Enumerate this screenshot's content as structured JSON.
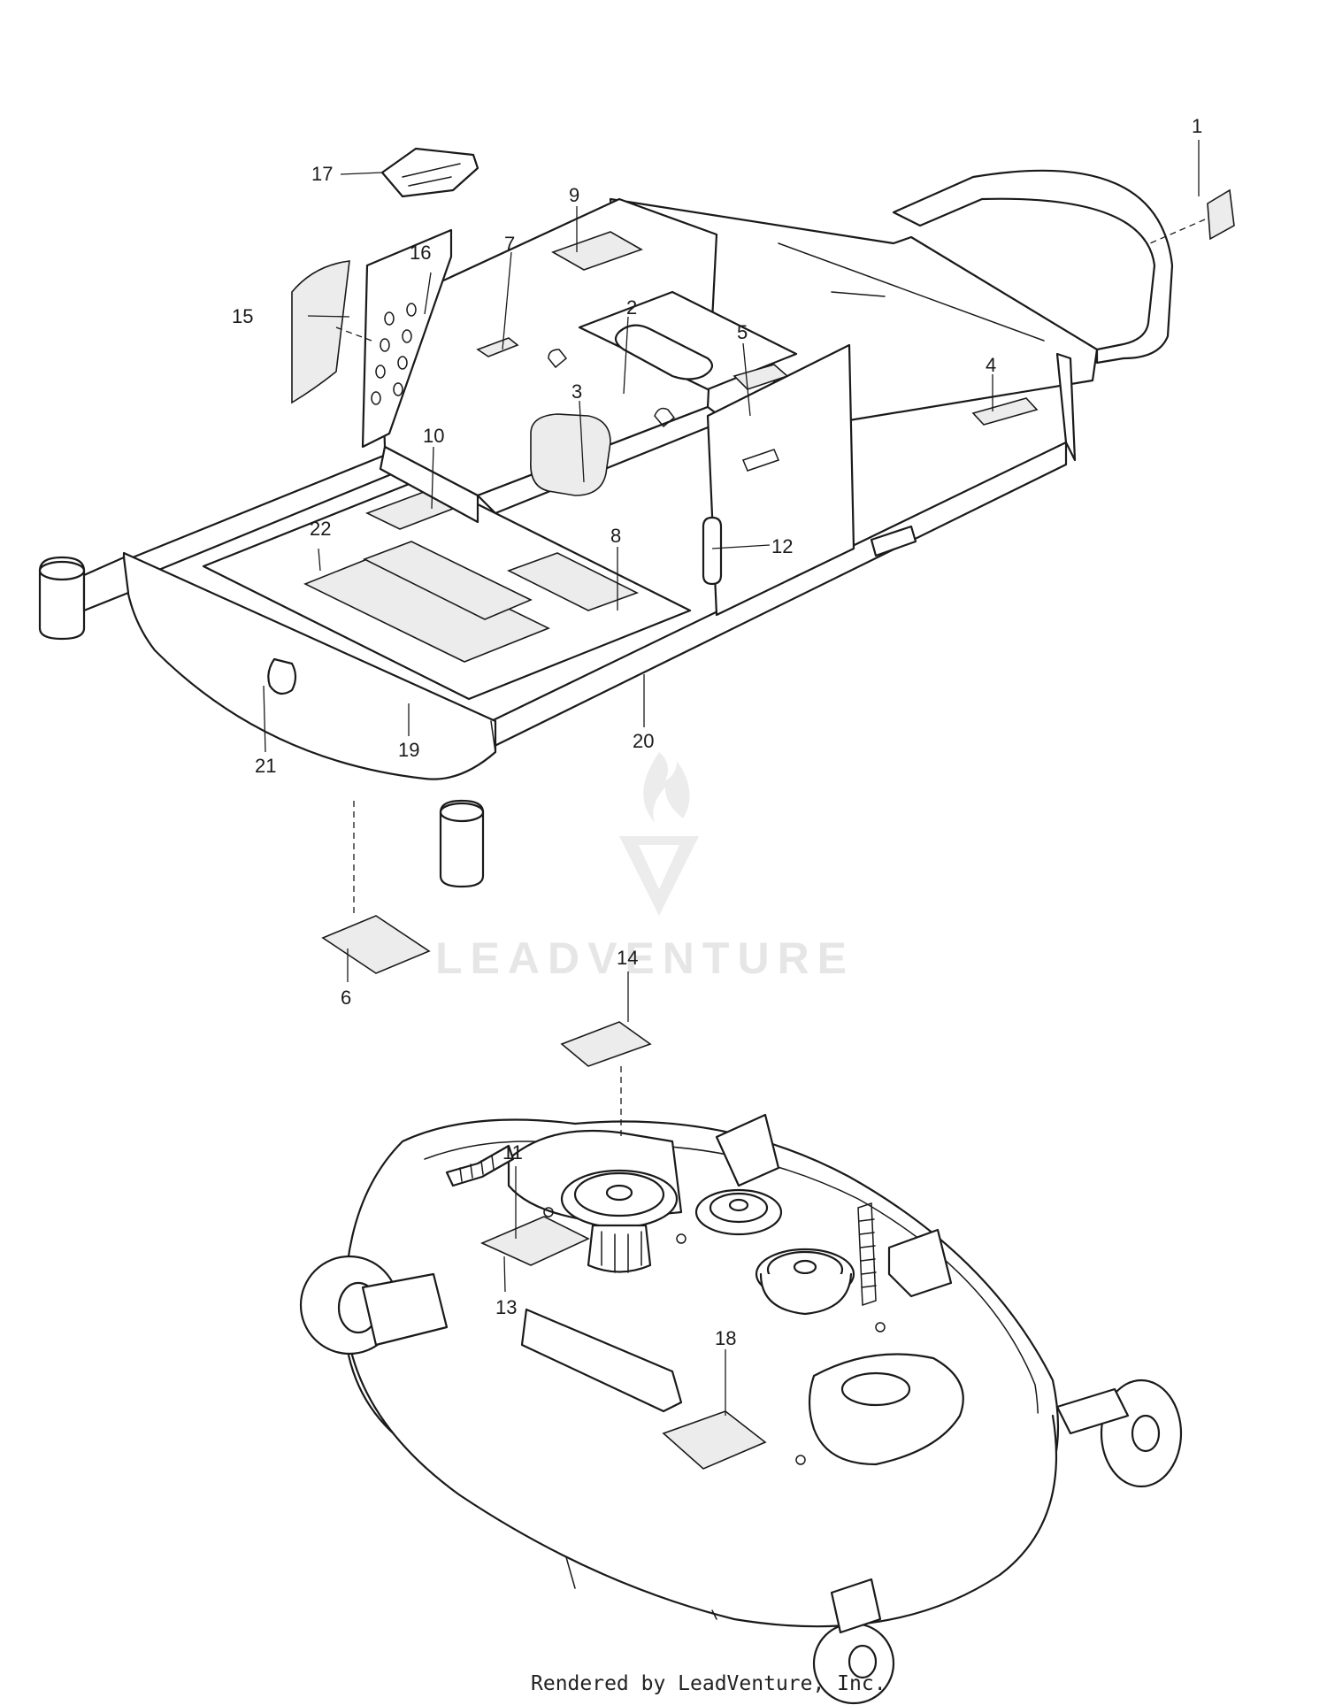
{
  "diagram": {
    "callouts": [
      {
        "id": "c1",
        "label": "1"
      },
      {
        "id": "c2",
        "label": "2"
      },
      {
        "id": "c3",
        "label": "3"
      },
      {
        "id": "c4",
        "label": "4"
      },
      {
        "id": "c5",
        "label": "5"
      },
      {
        "id": "c6",
        "label": "6"
      },
      {
        "id": "c7",
        "label": "7"
      },
      {
        "id": "c8",
        "label": "8"
      },
      {
        "id": "c9",
        "label": "9"
      },
      {
        "id": "c10",
        "label": "10"
      },
      {
        "id": "c11",
        "label": "11"
      },
      {
        "id": "c12",
        "label": "12"
      },
      {
        "id": "c13",
        "label": "13"
      },
      {
        "id": "c14",
        "label": "14"
      },
      {
        "id": "c15",
        "label": "15"
      },
      {
        "id": "c16",
        "label": "16"
      },
      {
        "id": "c17",
        "label": "17"
      },
      {
        "id": "c18",
        "label": "18"
      },
      {
        "id": "c19",
        "label": "19"
      },
      {
        "id": "c20",
        "label": "20"
      },
      {
        "id": "c21",
        "label": "21"
      },
      {
        "id": "c22",
        "label": "22"
      }
    ],
    "watermark": "LEADVENTURE",
    "footer": "Rendered by LeadVenture, Inc."
  },
  "colors": {
    "line": "#1a1a1a",
    "background": "#ffffff",
    "decal_fill": "#ececec",
    "watermark": "#e6e6e6"
  },
  "icons": [
    "leadventure-logo-icon"
  ]
}
